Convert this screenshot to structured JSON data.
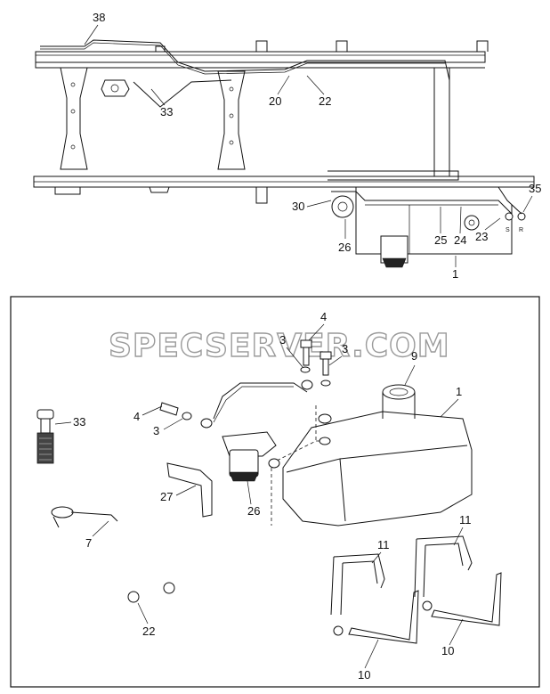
{
  "watermark": "SPECSERVER.COM",
  "callouts": {
    "c38": "38",
    "c33_top": "33",
    "c20": "20",
    "c22_top": "22",
    "c30": "30",
    "c26_top": "26",
    "c25": "25",
    "c24": "24",
    "c23": "23",
    "c35": "35",
    "c1_top": "1",
    "c4_a": "4",
    "c3_a": "3",
    "c3_b": "3",
    "c9": "9",
    "c1": "1",
    "c4_b": "4",
    "c3_c": "3",
    "c33": "33",
    "c27": "27",
    "c26": "26",
    "c7": "7",
    "c11_a": "11",
    "c11_b": "11",
    "c10_a": "10",
    "c10_b": "10",
    "c22": "22"
  },
  "markers": {
    "s": "S",
    "r": "R"
  }
}
